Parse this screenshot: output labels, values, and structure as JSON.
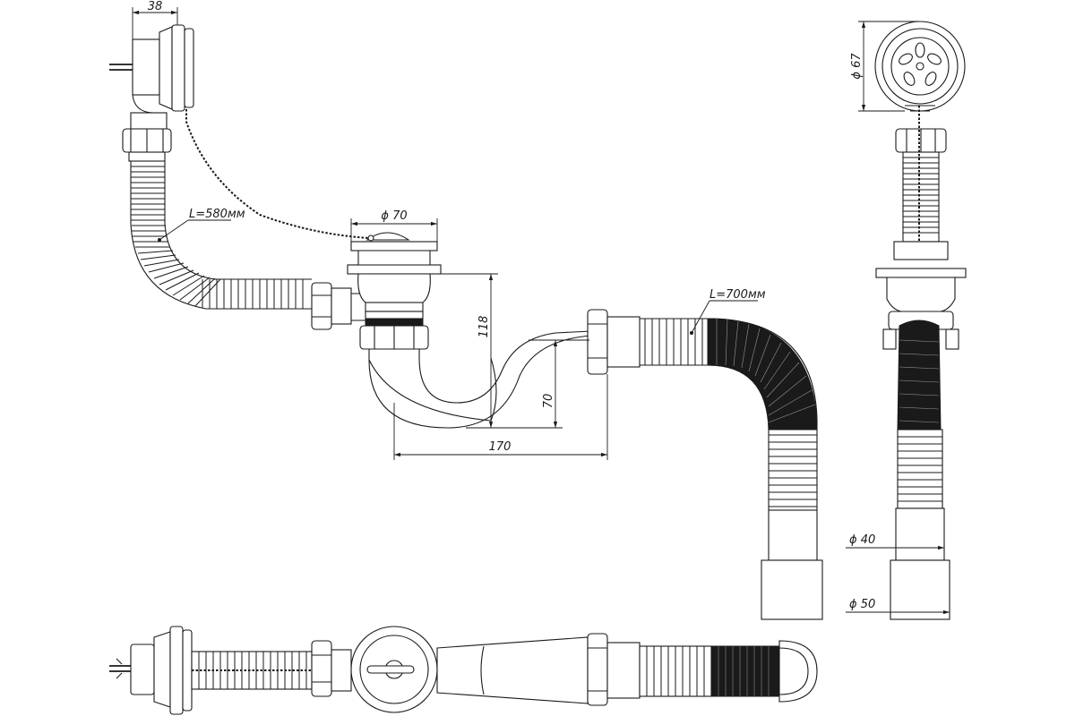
{
  "dimensions": {
    "overflow_width": "38",
    "overflow_hose_length": "L=580мм",
    "drain_diameter": "ϕ 70",
    "height_118": "118",
    "height_70": "70",
    "width_170": "170",
    "outlet_hose_length": "L=700мм",
    "overflow_diameter": "ϕ 67",
    "outlet_diameter_40": "ϕ 40",
    "outlet_diameter_50": "ϕ 50"
  },
  "colors": {
    "line": "#1a1a1a",
    "background": "#ffffff"
  }
}
